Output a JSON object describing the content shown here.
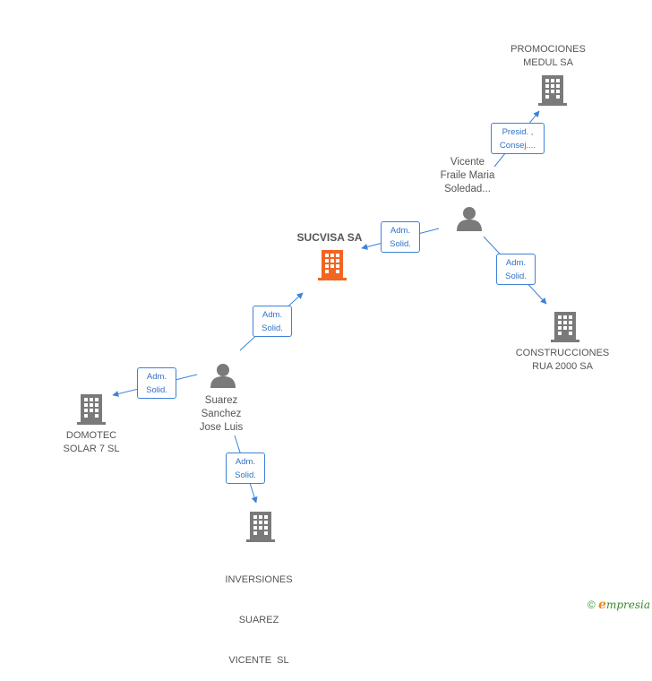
{
  "colors": {
    "company": "#7a7a7a",
    "focus_company": "#f26522",
    "person": "#7a7a7a",
    "edge": "#3d82d8"
  },
  "nodes": {
    "sucvisa": {
      "label": "SUCVISA SA",
      "icon": "building-icon"
    },
    "promociones": {
      "label_lines": [
        "PROMOCIONES",
        "MEDUL SA"
      ],
      "icon": "building-icon"
    },
    "vicente": {
      "label_lines": [
        "Vicente",
        "Fraile Maria",
        "Soledad..."
      ],
      "icon": "person-icon"
    },
    "construcciones": {
      "label_lines": [
        "CONSTRUCCIONES",
        "RUA 2000 SA"
      ],
      "icon": "building-icon"
    },
    "suarez": {
      "label_lines": [
        "Suarez",
        "Sanchez",
        "Jose Luis"
      ],
      "icon": "person-icon"
    },
    "domotec": {
      "label_lines": [
        "DOMOTEC",
        "SOLAR 7 SL"
      ],
      "icon": "building-icon"
    },
    "inversiones": {
      "label_lines": [
        "INVERSIONES",
        "SUAREZ",
        "VICENTE  SL"
      ],
      "icon": "building-icon"
    }
  },
  "edges": {
    "vicente_promociones": [
      "Presid. ,",
      "Consej...."
    ],
    "vicente_sucvisa": [
      "Adm.",
      "Solid."
    ],
    "vicente_construcciones": [
      "Adm.",
      "Solid."
    ],
    "suarez_sucvisa": [
      "Adm.",
      "Solid."
    ],
    "suarez_domotec": [
      "Adm.",
      "Solid."
    ],
    "suarez_inversiones": [
      "Adm.",
      "Solid."
    ]
  },
  "footer": {
    "copyright_symbol": "©",
    "brand_initial": "e",
    "brand_rest": "mpresia"
  }
}
